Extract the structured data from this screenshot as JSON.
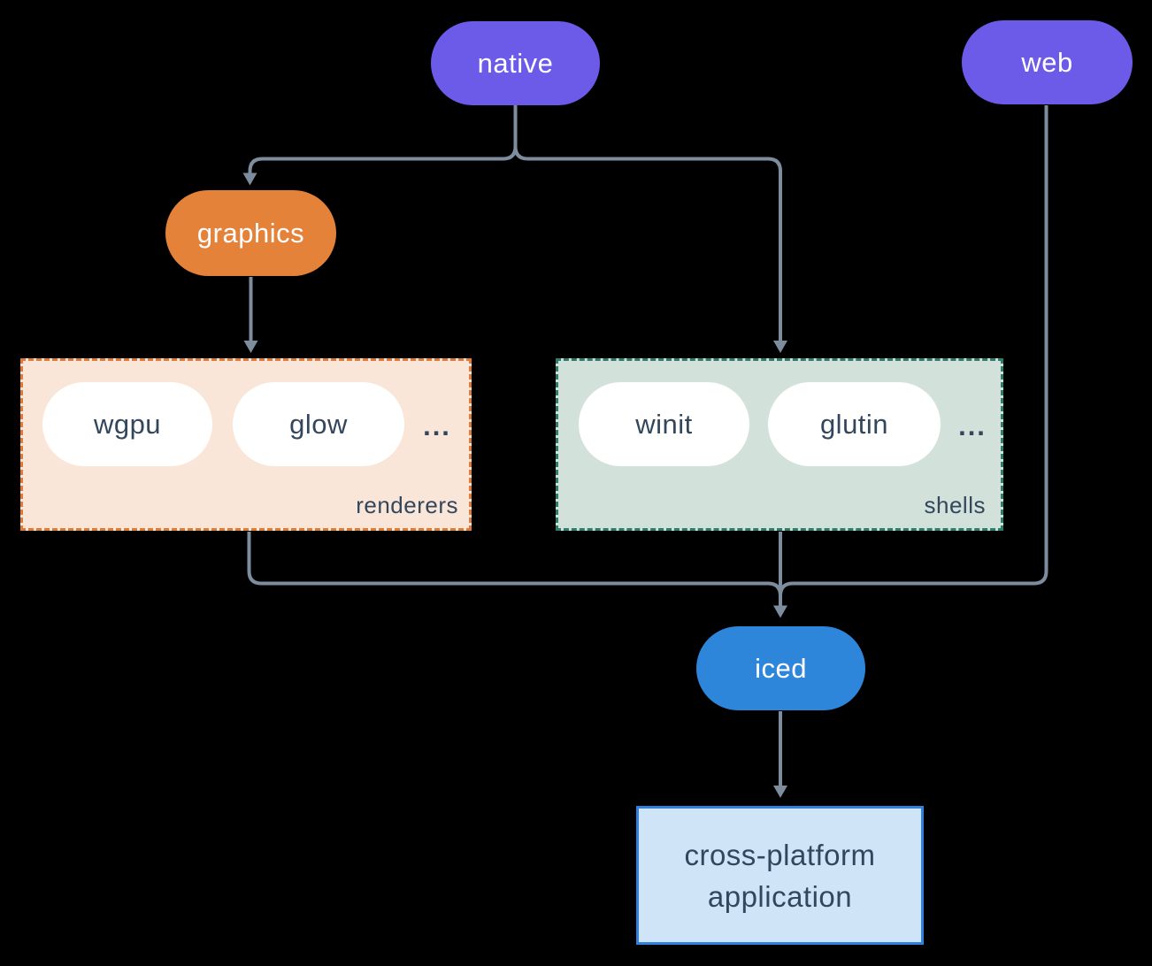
{
  "colors": {
    "background": "#000000",
    "node_purple": "#6B5BE8",
    "node_orange": "#E5823A",
    "node_blue": "#2E86DB",
    "inner_pill_fill": "#FFFFFF",
    "dark_text": "#33475C",
    "edge_line": "#7E8D9E",
    "renderers_fill": "#F9E6D8",
    "renderers_border": "#E07A35",
    "shells_fill": "#D3E1DB",
    "shells_border": "#2E7D6C",
    "app_fill": "#D0E4F7",
    "app_border": "#3080DC"
  },
  "nodes": {
    "native": "native",
    "web": "web",
    "graphics": "graphics",
    "iced": "iced"
  },
  "groups": {
    "renderers": {
      "caption": "renderers",
      "pills": [
        "wgpu",
        "glow"
      ],
      "ellipsis": "..."
    },
    "shells": {
      "caption": "shells",
      "pills": [
        "winit",
        "glutin"
      ],
      "ellipsis": "..."
    }
  },
  "app_box": {
    "line1": "cross-platform",
    "line2": "application"
  },
  "edges": [
    {
      "from": "native",
      "to": "graphics"
    },
    {
      "from": "native",
      "to": "shells"
    },
    {
      "from": "graphics",
      "to": "renderers"
    },
    {
      "from": "renderers",
      "to": "iced"
    },
    {
      "from": "shells",
      "to": "iced"
    },
    {
      "from": "web",
      "to": "iced"
    },
    {
      "from": "iced",
      "to": "cross-platform application"
    }
  ]
}
